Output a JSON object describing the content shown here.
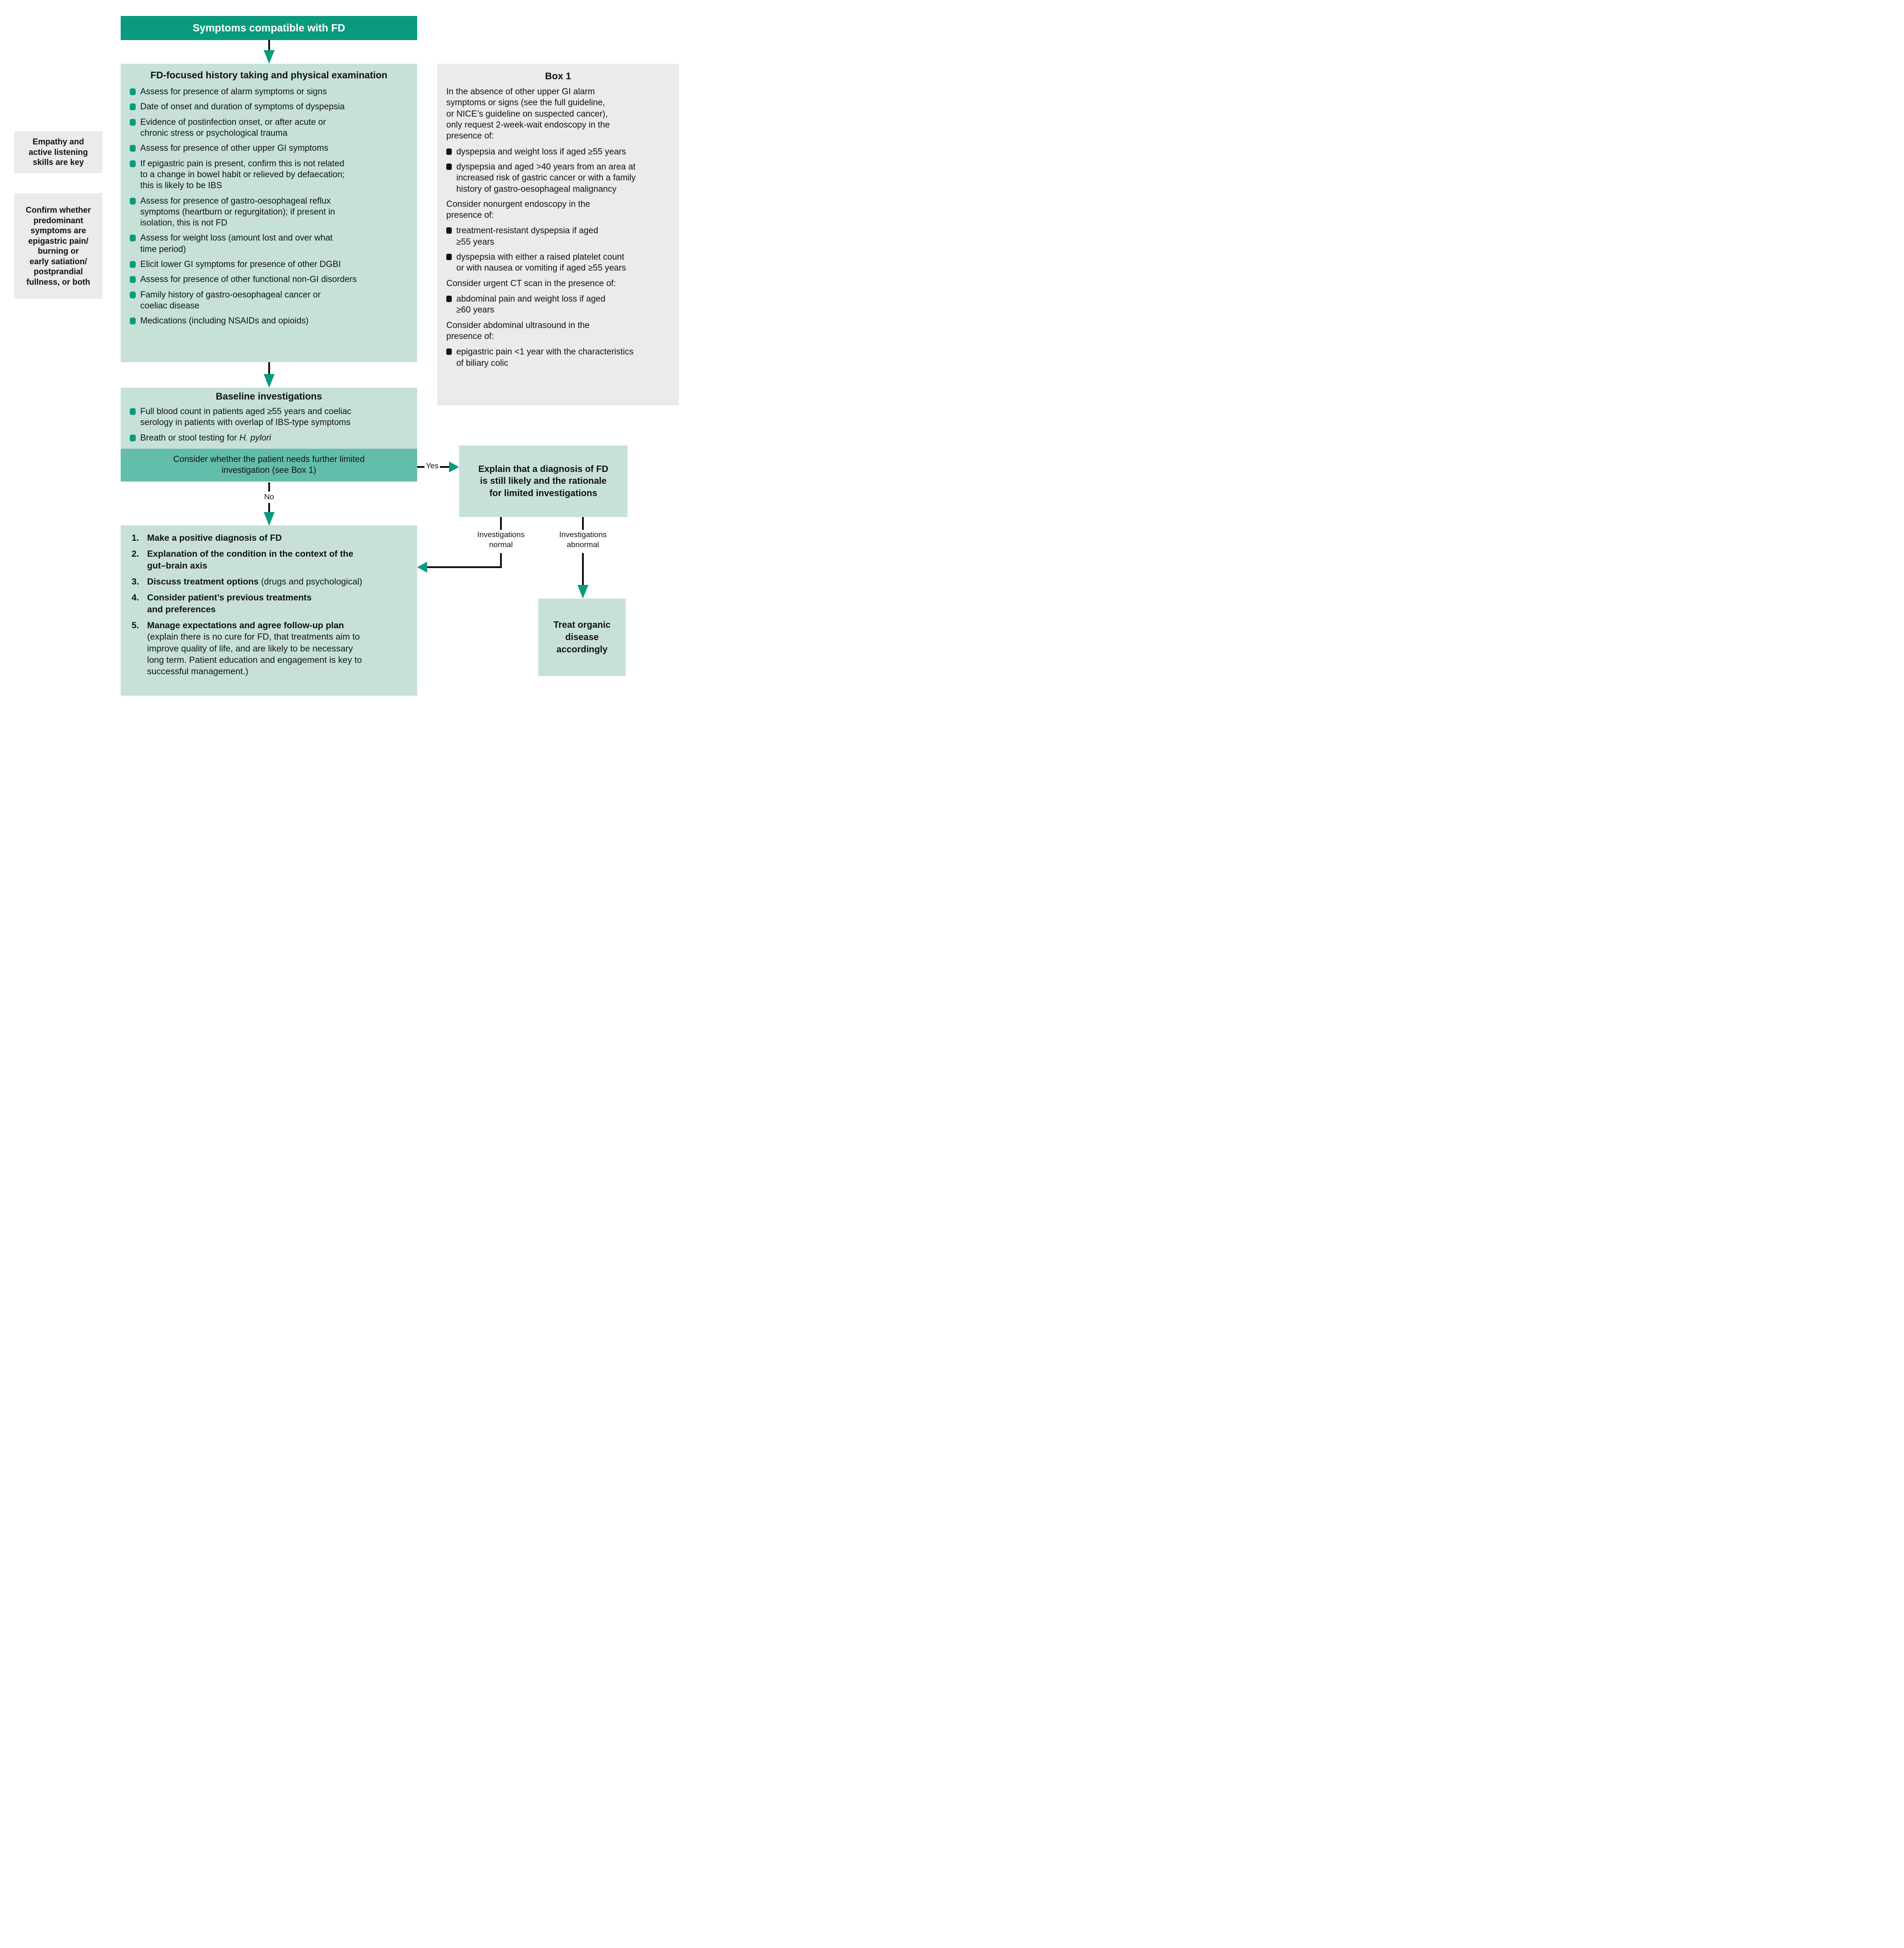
{
  "colors": {
    "teal": "#0a9b7e",
    "light_green": "#c7e1d9",
    "band_teal": "#63bdab",
    "gray": "#ebebeb",
    "text": "#121212",
    "arrow_black": "#121212"
  },
  "header": {
    "title": "Symptoms compatible with FD"
  },
  "side_notes": {
    "note1": "Empathy and\nactive listening\nskills are key",
    "note2": "Confirm whether\npredominant\nsymptoms are\nepigastric pain/\nburning or\nearly satiation/\npostprandial\nfullness, or both"
  },
  "history": {
    "title": "FD-focused history taking and physical examination",
    "items": [
      "Assess for presence of alarm symptoms or signs",
      "Date of onset and duration of symptoms of dyspepsia",
      "Evidence of postinfection onset, or after acute or\nchronic stress or psychological trauma",
      "Assess for presence of other upper GI symptoms",
      "If epigastric pain is present, confirm this is not related\nto a change in bowel habit or relieved by defaecation;\nthis is likely to be IBS",
      "Assess for presence of gastro-oesophageal reflux\nsymptoms (heartburn or regurgitation); if present in\nisolation, this is not FD",
      "Assess for weight loss (amount lost and over what\ntime period)",
      "Elicit lower GI symptoms for presence of other DGBI",
      "Assess for presence of other functional non-GI disorders",
      "Family history of gastro-oesophageal cancer or\ncoeliac disease",
      "Medications (including NSAIDs and opioids)"
    ]
  },
  "box1": {
    "title": "Box 1",
    "sections": [
      {
        "type": "p",
        "text": "In the absence of other upper GI alarm\nsymptoms or signs (see the full guideline,\nor NICE’s guideline on suspected cancer),\nonly request 2-week-wait endoscopy in the\npresence of:"
      },
      {
        "type": "b",
        "text": "dyspepsia and weight loss if aged ≥55 years"
      },
      {
        "type": "b",
        "text": "dyspepsia and aged >40 years from an area at\nincreased risk of gastric cancer or with a family\nhistory of gastro-oesophageal malignancy"
      },
      {
        "type": "p",
        "text": "Consider nonurgent endoscopy in the\npresence of:"
      },
      {
        "type": "b",
        "text": "treatment-resistant dyspepsia if aged\n≥55 years"
      },
      {
        "type": "b",
        "text": "dyspepsia with either a raised platelet count\nor with nausea or vomiting if aged ≥55 years"
      },
      {
        "type": "p",
        "text": "Consider urgent CT scan in the presence of:"
      },
      {
        "type": "b",
        "text": "abdominal pain and weight loss if aged\n≥60 years"
      },
      {
        "type": "p",
        "text": "Consider abdominal ultrasound in the\npresence of:"
      },
      {
        "type": "b",
        "text": "epigastric pain <1 year with the characteristics\nof biliary colic"
      }
    ]
  },
  "baseline": {
    "title": "Baseline investigations",
    "items": [
      {
        "text": "Full blood count in patients aged ≥55 years and coeliac\nserology in patients with overlap of IBS-type symptoms",
        "italic": ""
      },
      {
        "text": "Breath or stool testing for",
        "italic": "H. pylori"
      }
    ],
    "band_text": "Consider whether the patient needs further limited\ninvestigation (see Box 1)"
  },
  "decision": {
    "yes_label": "Yes",
    "no_label": "No"
  },
  "explain_box": {
    "text": "Explain that a diagnosis of FD\nis still likely and the rationale\nfor limited investigations"
  },
  "outcome_labels": {
    "normal": "Investigations\nnormal",
    "abnormal": "Investigations\nabnormal"
  },
  "treat_box": {
    "text": "Treat organic\ndisease\naccordingly"
  },
  "plan": {
    "items": [
      {
        "num": "1.",
        "bold": "Make a positive diagnosis of FD",
        "rest": ""
      },
      {
        "num": "2.",
        "bold": "Explanation of the condition in the context of the\ngut–brain axis",
        "rest": ""
      },
      {
        "num": "3.",
        "bold": "Discuss treatment options",
        "rest": " (drugs and psychological)"
      },
      {
        "num": "4.",
        "bold": "Consider patient’s previous treatments\nand preferences",
        "rest": ""
      },
      {
        "num": "5.",
        "bold": "Manage expectations and agree follow-up plan",
        "rest": "\n(explain there is no cure for FD, that treatments aim to\nimprove quality of life, and are likely to be necessary\nlong term. Patient education and engagement is key to\nsuccessful management.)"
      }
    ]
  }
}
